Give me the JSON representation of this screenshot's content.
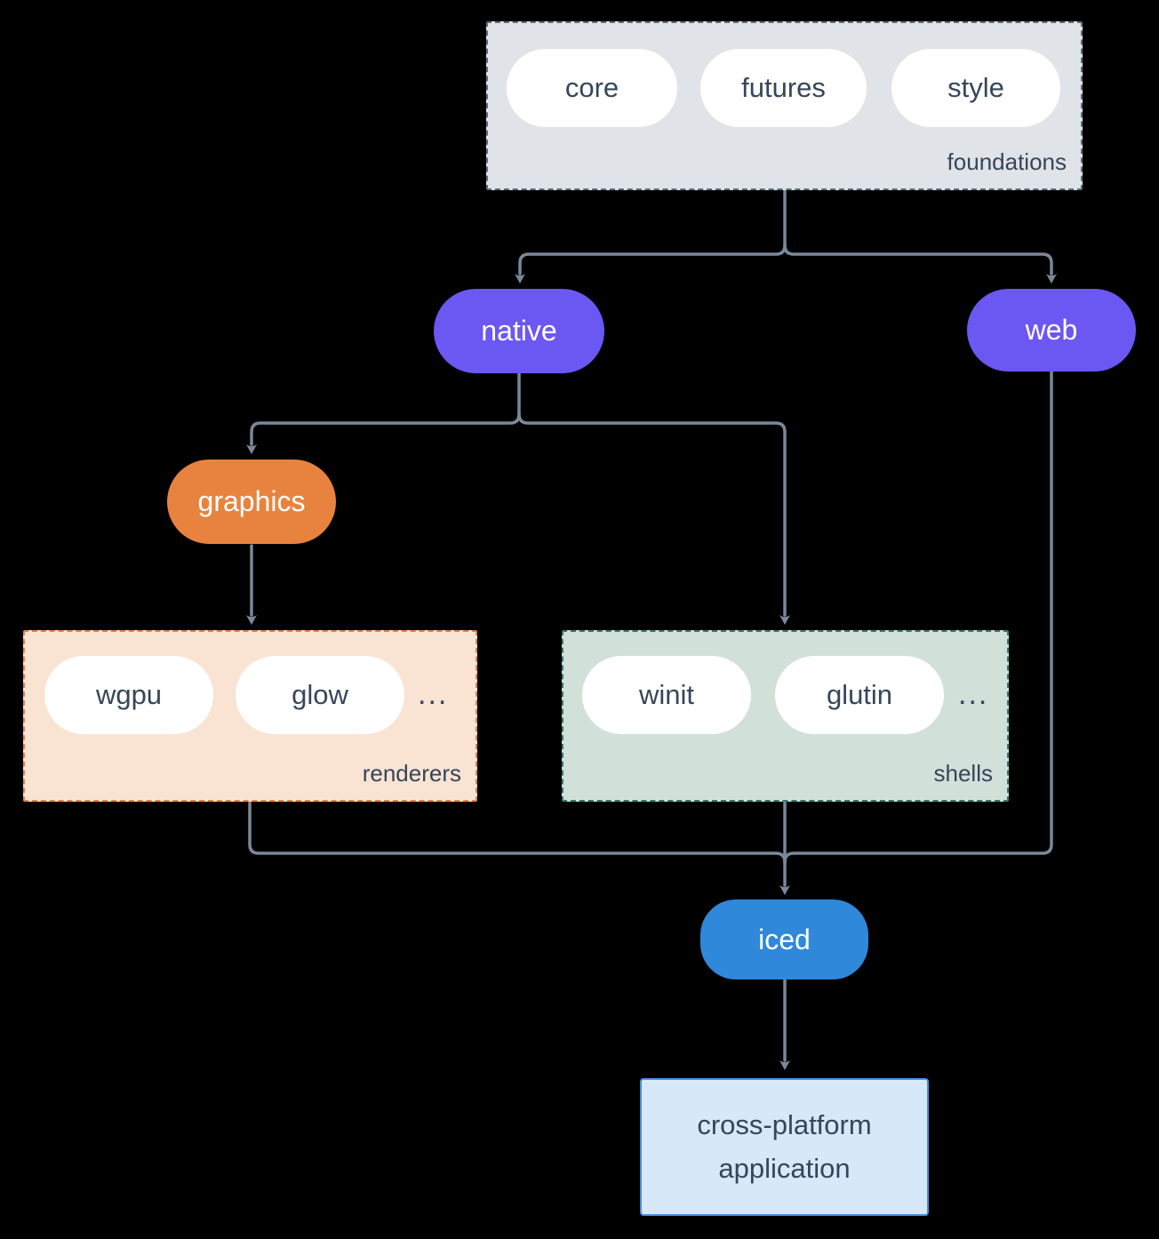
{
  "diagram": {
    "groups": {
      "foundations": {
        "label": "foundations",
        "items": [
          "core",
          "futures",
          "style"
        ]
      },
      "renderers": {
        "label": "renderers",
        "items": [
          "wgpu",
          "glow"
        ],
        "more": "..."
      },
      "shells": {
        "label": "shells",
        "items": [
          "winit",
          "glutin"
        ],
        "more": "..."
      }
    },
    "nodes": {
      "native": "native",
      "web": "web",
      "graphics": "graphics",
      "iced": "iced",
      "app": "cross-platform application"
    }
  },
  "colors": {
    "bg": "#000000",
    "line": "#7b8899",
    "text": "#36465a",
    "purple": "#6b57f1",
    "orange": "#e8833f",
    "blue": "#2f88da",
    "foundationsFill": "#e0e4e8",
    "foundationsBorder": "#5b6c7d",
    "renderersFill": "#f9e3d3",
    "renderersBorder": "#e8833f",
    "shellsFill": "#d2e0da",
    "shellsBorder": "#2f7d6e",
    "appFill": "#d7e8f8",
    "appBorder": "#4a90d9",
    "pillFill": "#ffffff"
  }
}
